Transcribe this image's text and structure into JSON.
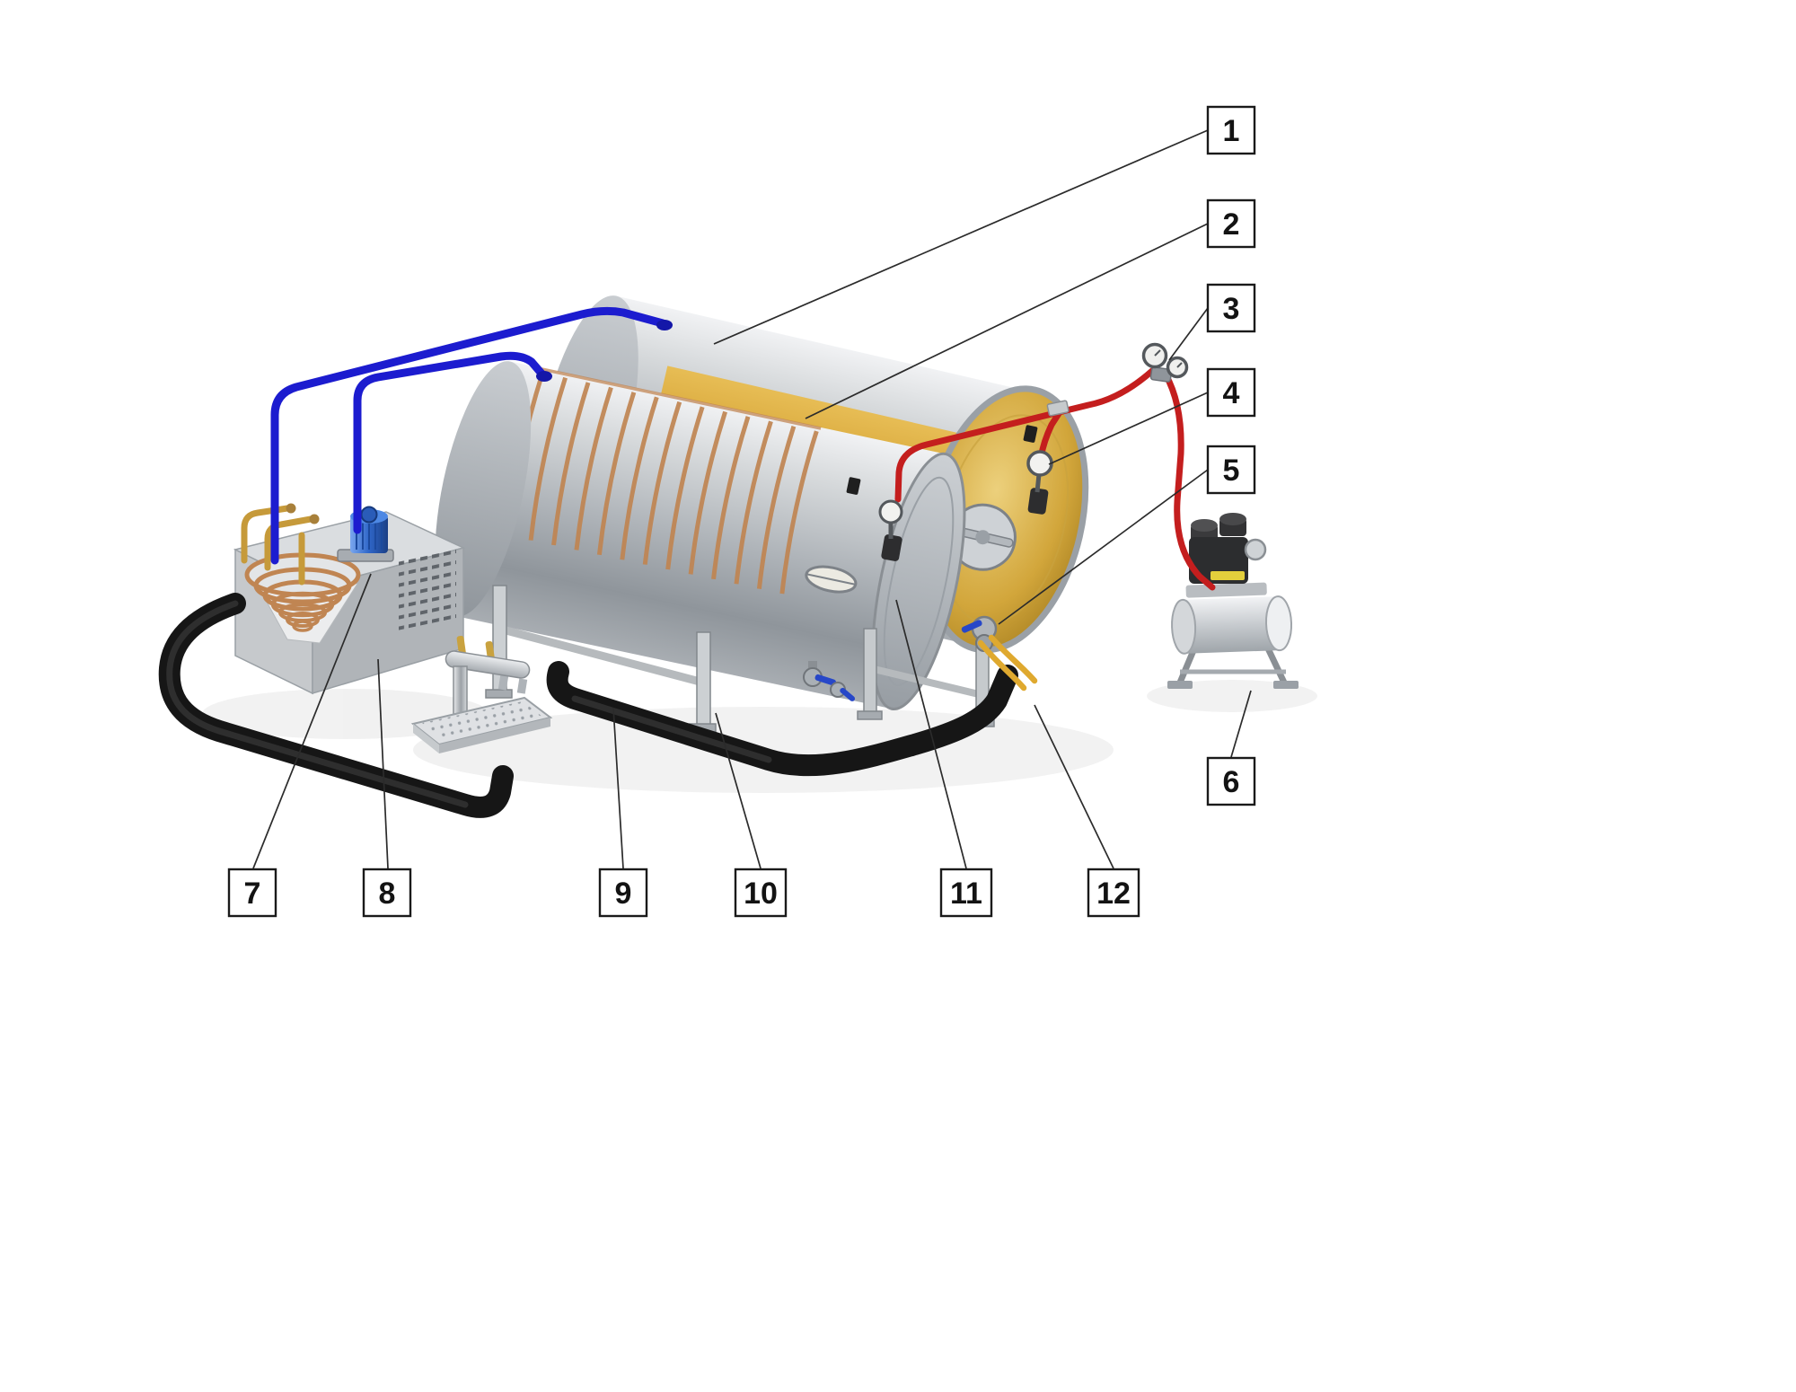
{
  "callouts": [
    {
      "label": "1"
    },
    {
      "label": "2"
    },
    {
      "label": "3"
    },
    {
      "label": "4"
    },
    {
      "label": "5"
    },
    {
      "label": "6"
    },
    {
      "label": "7"
    },
    {
      "label": "8"
    },
    {
      "label": "9"
    },
    {
      "label": "10"
    },
    {
      "label": "11"
    },
    {
      "label": "12"
    }
  ],
  "colors": {
    "cold_pipe_blue": "#1c1ccf",
    "gas_pipe_red": "#c41e1e",
    "beverage_pipe_yellow": "#dfa92f",
    "insulated_pipe_black": "#161616",
    "liquid_amber": "#d2a63b",
    "coil_copper": "#c08552",
    "steel_light": "#d7dadd",
    "steel_mid": "#b3b8bd"
  }
}
